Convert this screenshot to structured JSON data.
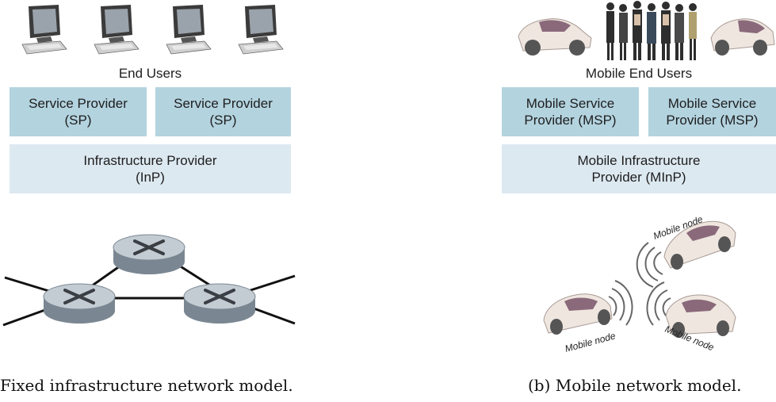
{
  "fixed": {
    "end_users_label": "End Users",
    "sp_left": "Service Provider\n(SP)",
    "sp_right": "Service Provider\n(SP)",
    "inp": "Infrastructure Provider\n(InP)",
    "caption": "Fixed infrastructure network model."
  },
  "mobile": {
    "end_users_label": "Mobile End Users",
    "msp_left": "Mobile Service\nProvider (MSP)",
    "msp_right": "Mobile Service\nProvider (MSP)",
    "minp": "Mobile Infrastructure\nProvider (MInP)",
    "node_label_top": "Mobile node",
    "node_label_left": "Mobile node",
    "node_label_right": "Mobile node",
    "caption": "(b) Mobile network model."
  },
  "colors": {
    "service_provider": "#b3d3df",
    "infrastructure_provider": "#dde9f1",
    "car_body": "#efe6e0",
    "car_window": "#8a6a7a"
  },
  "icons": {
    "computers": [
      "computer-icon",
      "computer-icon",
      "computer-icon",
      "computer-icon"
    ],
    "routers": [
      "router-icon",
      "router-icon",
      "router-icon"
    ]
  }
}
